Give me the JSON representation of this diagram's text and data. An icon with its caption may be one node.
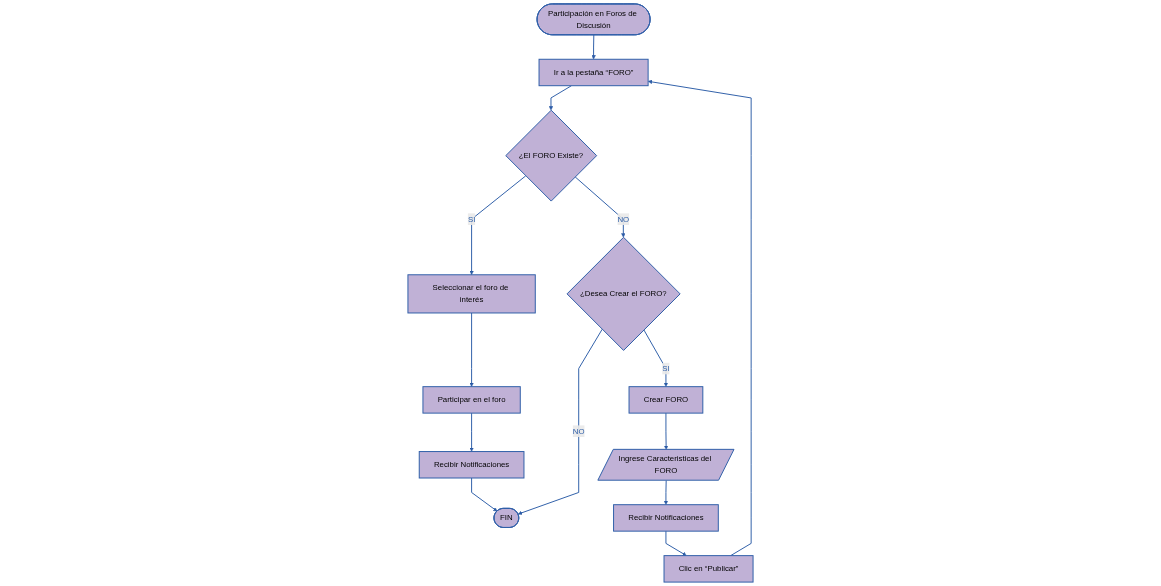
{
  "diagram": {
    "nodes": [
      {
        "text": [
          "Participación en Foros de Discusión"
        ]
      },
      {
        "text": [
          "Ir a la pestaña “FORO”"
        ]
      },
      {
        "text": [
          "¿El FORO Existe?"
        ]
      },
      {
        "text": [
          "Seleccionar el foro de interés"
        ]
      },
      {
        "text": [
          "Participar en el foro"
        ]
      },
      {
        "text": [
          "Recibir Notificaciones"
        ]
      },
      {
        "text": [
          "FIN"
        ]
      },
      {
        "text": [
          "¿Desea Crear el FORO?"
        ]
      },
      {
        "text": [
          "Crear FORO"
        ]
      },
      {
        "text": [
          "Ingrese Caracteristicas del FORO"
        ]
      },
      {
        "text": [
          "Recibir Notificaciones"
        ]
      },
      {
        "text": [
          "Clic en “Publicar”"
        ]
      }
    ],
    "edges": [
      {
        "from": 0,
        "to": 1,
        "arrow": "to"
      },
      {
        "from": 1,
        "to": 2,
        "arrow": "to"
      },
      {
        "from": 2,
        "to": 3,
        "arrow": "to",
        "label": "SI"
      },
      {
        "from": 3,
        "to": 4,
        "arrow": "to"
      },
      {
        "from": 4,
        "to": 5,
        "arrow": "to"
      },
      {
        "from": 5,
        "to": 6,
        "arrow": "to"
      },
      {
        "from": 2,
        "to": 7,
        "arrow": "to",
        "label": "NO"
      },
      {
        "from": 7,
        "to": 8,
        "arrow": "to",
        "label": "SI"
      },
      {
        "from": 7,
        "to": 6,
        "arrow": "to",
        "label": "NO"
      },
      {
        "from": 8,
        "to": 9,
        "arrow": "to"
      },
      {
        "from": 9,
        "to": 10,
        "arrow": "to"
      },
      {
        "from": 10,
        "to": 11,
        "arrow": "to"
      },
      {
        "from": 11,
        "to": 1,
        "arrow": "to"
      }
    ]
  }
}
